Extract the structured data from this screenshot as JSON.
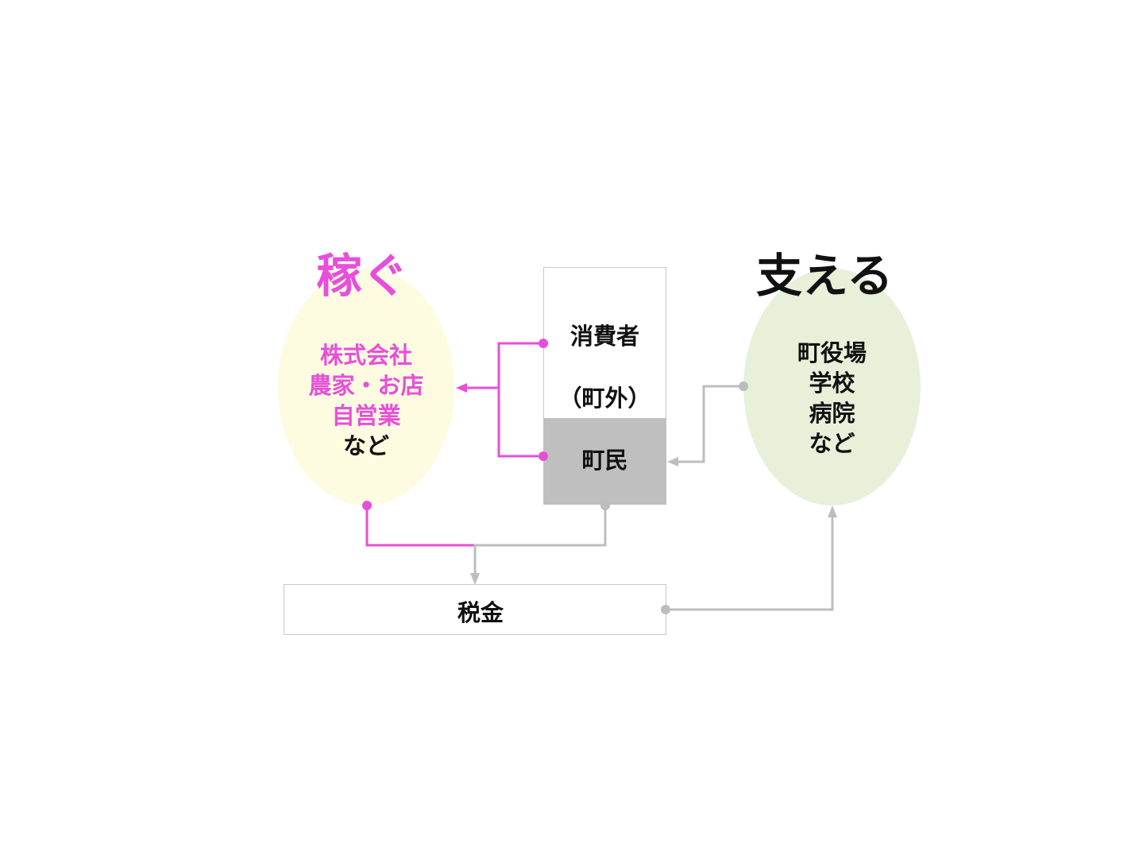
{
  "colors": {
    "earn_accent": "#e84fd8",
    "earn_fill": "#fdfbe0",
    "support_fill": "#e8f0da",
    "resident_fill": "#bfbfbf",
    "connector_gray": "#bdbdbd",
    "text_dark": "#111111"
  },
  "earn": {
    "heading": "稼ぐ",
    "lines": [
      "株式会社",
      "農家・お店",
      "自営業"
    ],
    "etc": "など"
  },
  "consumer": {
    "title": "消費者",
    "subtitle": "（町外）",
    "resident": "町民"
  },
  "support": {
    "heading": "支える",
    "lines": [
      "町役場",
      "学校",
      "病院",
      "など"
    ]
  },
  "tax": {
    "label": "税金"
  }
}
